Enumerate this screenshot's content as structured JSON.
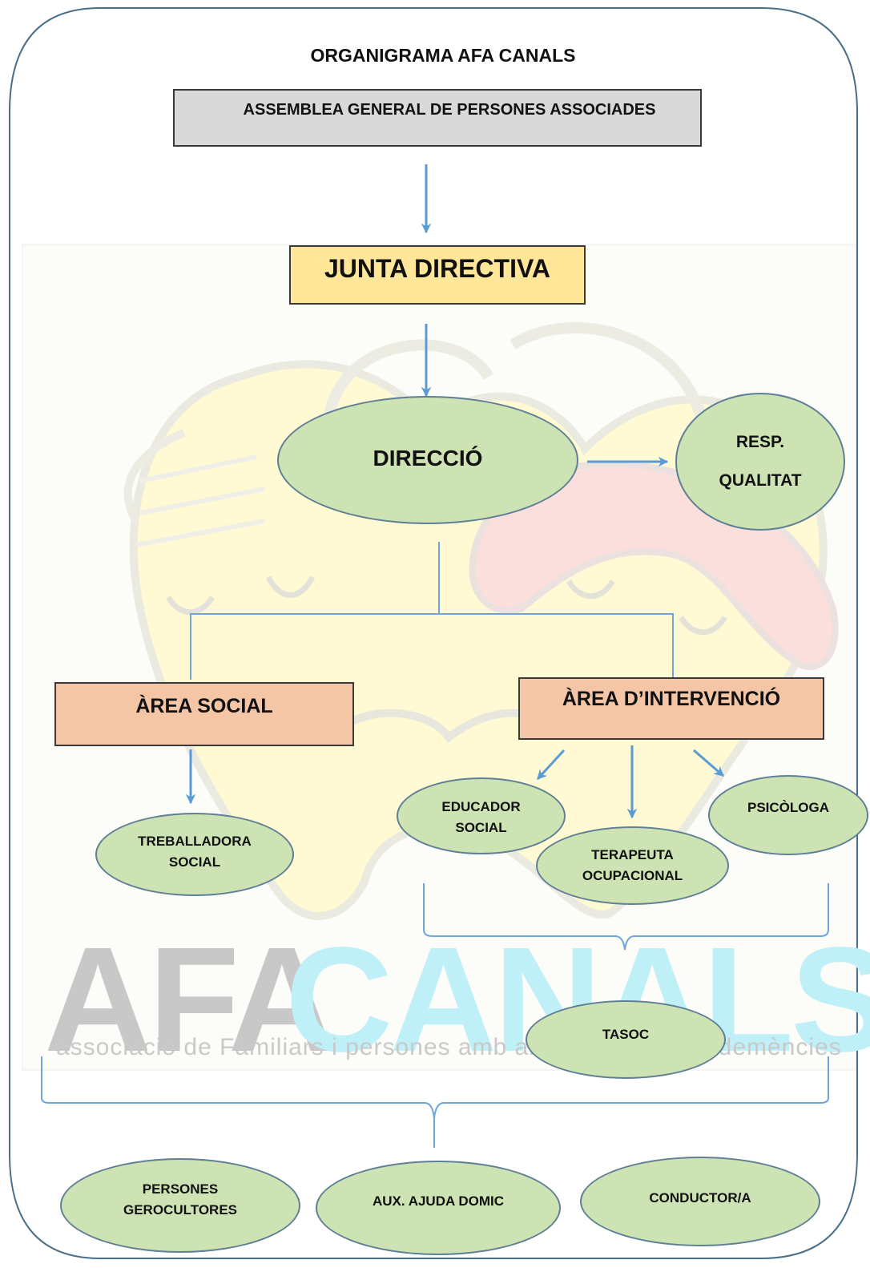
{
  "title": "ORGANIGRAMA AFA CANALS",
  "nodes": {
    "assemblea": "ASSEMBLEA GENERAL DE PERSONES ASSOCIADES",
    "junta": "JUNTA DIRECTIVA",
    "direccio": "DIRECCIÓ",
    "qualitat": "RESP.\nQUALITAT",
    "area_social": "ÀREA SOCIAL",
    "area_intervencio": "ÀREA D’INTERVENCIÓ",
    "treballadora": "TREBALLADORA\nSOCIAL",
    "educador": "EDUCADOR\nSOCIAL",
    "terapeuta": "TERAPEUTA\nOCUPACIONAL",
    "psicologa": "PSICÒLOGA",
    "tasoc": "TASOC",
    "gerocultores": "PERSONES\nGEROCULTORES",
    "aux": "AUX. AJUDA DOMIC",
    "conductor": "CONDUCTOR/A"
  },
  "watermark": {
    "afa": "AFA",
    "canals": "CANALS",
    "tagline": "associació de Familiars i persones amb alzheimer i altres demències"
  },
  "colors": {
    "assemblea_fill": "#d9d9d9",
    "junta_fill": "#ffe699",
    "area_fill": "#f4c6a6",
    "ellipse_fill": "#cde3b3",
    "arrow": "#5b9bd5",
    "connector": "#6fa5d7",
    "frame": "#4a6f8a"
  }
}
